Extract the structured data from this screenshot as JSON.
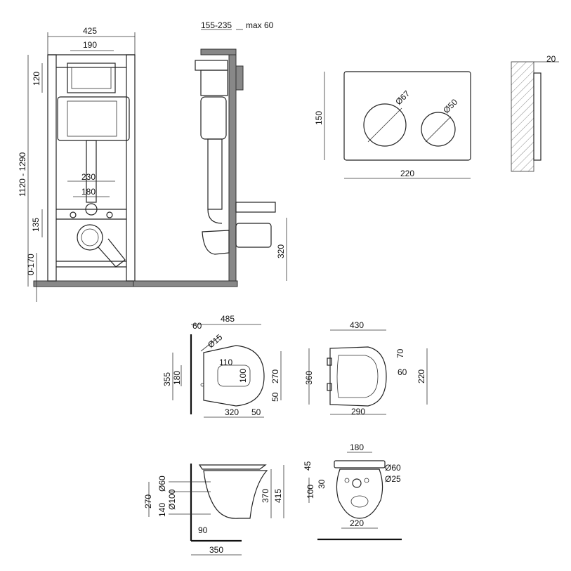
{
  "dims": {
    "frame": {
      "w425": "425",
      "w190": "190",
      "h120": "120",
      "h1120": "1120 - 1290",
      "w230": "230",
      "w180": "180",
      "h135": "135",
      "h0170": "0-170"
    },
    "side": {
      "d155": "155-235",
      "dmax": "max 60",
      "h320": "320"
    },
    "plate": {
      "h150": "150",
      "w220": "220",
      "d67": "Ø67",
      "d50": "Ø50",
      "t20": "20"
    },
    "bowl_top": {
      "l485": "485",
      "l60": "60",
      "d15": "Ø15",
      "w110": "110",
      "w100": "100",
      "h355": "355",
      "h180": "180",
      "h270": "270",
      "h50": "50",
      "l320": "320",
      "l50": "50"
    },
    "seat_top": {
      "w430": "430",
      "h70": "70",
      "h60": "60",
      "h360": "360",
      "h220": "220",
      "w290": "290"
    },
    "bowl_side": {
      "d60": "Ø60",
      "d100": "Ø100",
      "h270": "270",
      "h140": "140",
      "h370": "370",
      "h415": "415",
      "w90": "90",
      "w350": "350"
    },
    "bowl_back": {
      "w180": "180",
      "h45": "45",
      "h30": "30",
      "h100": "100",
      "d60": "Ø60",
      "d25": "Ø25",
      "w220": "220"
    }
  }
}
